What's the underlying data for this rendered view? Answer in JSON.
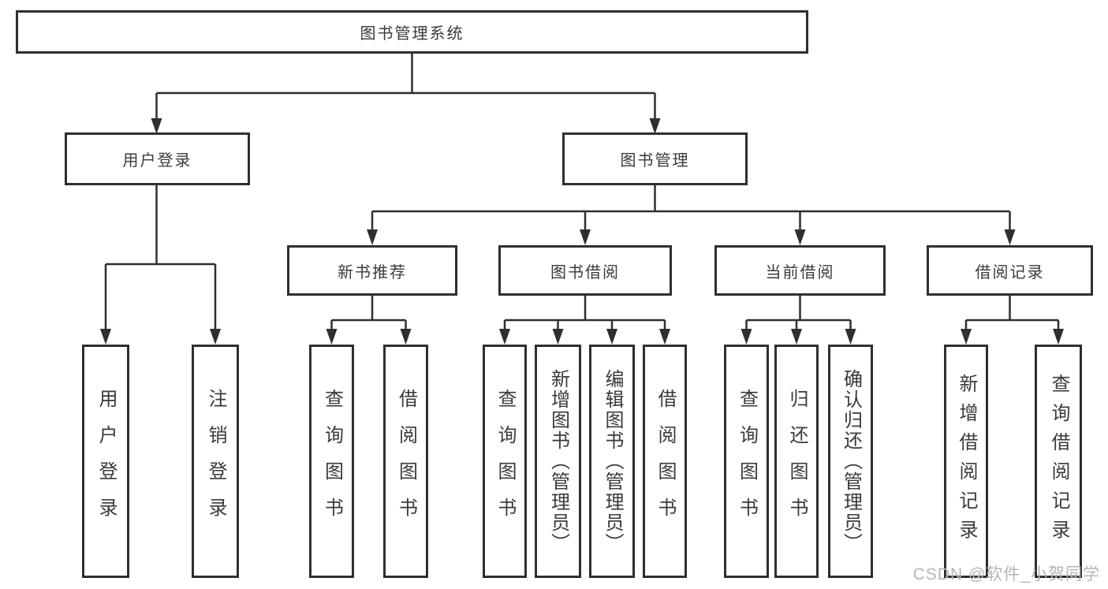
{
  "nodes": {
    "root": "图书管理系统",
    "level2": {
      "user_login": "用户登录",
      "book_mgmt": "图书管理"
    },
    "level3": {
      "new_book_rec": "新书推荐",
      "book_borrow": "图书借阅",
      "current_borrow": "当前借阅",
      "borrow_records": "借阅记录"
    },
    "leaves": {
      "user_login": "用户登录",
      "logout": "注销登录",
      "rec_query_books": "查询图书",
      "rec_borrow_books": "借阅图书",
      "borrow_query_books": "查询图书",
      "borrow_add_books": "新增图书（管理员）",
      "borrow_edit_books": "编辑图书（管理员）",
      "borrow_borrow_books": "借阅图书",
      "current_query_books": "查询图书",
      "current_return_books": "归还图书",
      "current_confirm_return": "确认归还（管理员）",
      "records_add_record": "新增借阅记录",
      "records_query_record": "查询借阅记录"
    }
  },
  "watermark": "CSDN @软件_小贺同学",
  "colors": {
    "line": "#2f2f2f",
    "box_border": "#2f2f2f",
    "text": "#3a3a3a",
    "watermark": "#b5b5b5",
    "background": "#ffffff"
  }
}
